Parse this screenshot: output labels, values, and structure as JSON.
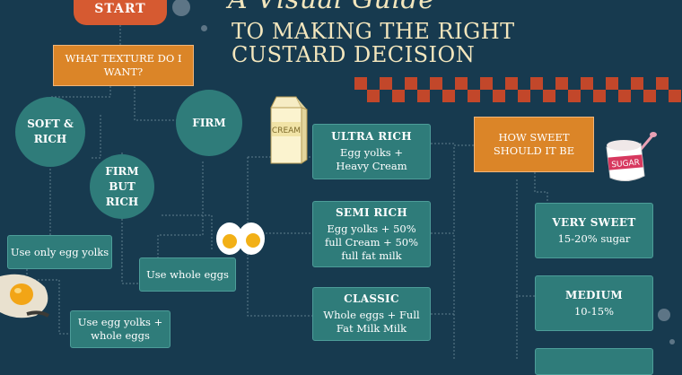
{
  "title": {
    "top": "A Visual Guide",
    "sub": "TO MAKING THE RIGHT CUSTARD DECISION"
  },
  "nodes": {
    "start": "START",
    "texture_question": "WHAT TEXTURE DO I WANT?",
    "soft_rich": "SOFT & RICH",
    "firm": "FIRM",
    "firm_but_rich": "FIRM BUT RICH",
    "use_only_yolks": "Use only egg yolks",
    "use_whole_eggs": "Use whole eggs",
    "use_yolks_whole": "Use egg yolks + whole eggs",
    "ultra_rich": {
      "title": "ULTRA RICH",
      "desc": "Egg yolks + Heavy Cream"
    },
    "semi_rich": {
      "title": "SEMI RICH",
      "desc": "Egg yolks + 50% full Cream + 50% full fat milk"
    },
    "classic": {
      "title": "CLASSIC",
      "desc": "Whole eggs + Full Fat Milk Milk"
    },
    "sweet_question": "HOW SWEET SHOULD IT BE",
    "very_sweet": {
      "title": "VERY SWEET",
      "desc": "15-20% sugar"
    },
    "medium": {
      "title": "MEDIUM",
      "desc": "10-15%"
    }
  },
  "illustrations": {
    "cream_label": "CREAM",
    "sugar_label": "SUGAR"
  },
  "colors": {
    "background": "#173a4f",
    "orange": "#db8528",
    "teal": "#2f7c7a",
    "start": "#d65a31",
    "title": "#f3e6bd",
    "checker": "#c2472a"
  }
}
